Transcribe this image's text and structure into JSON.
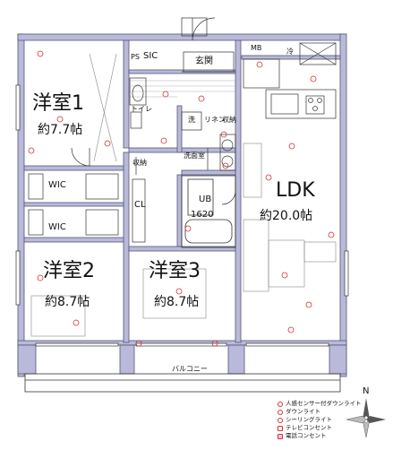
{
  "rooms": {
    "western1_name": "洋室1",
    "western1_size": "約7.7帖",
    "western2_name": "洋室2",
    "western2_size": "約8.7帖",
    "western3_name": "洋室3",
    "western3_size": "約8.7帖",
    "ldk_name": "LDK",
    "ldk_size": "約20.0帖",
    "ub_name": "UB",
    "ub_size": "1620",
    "wic1": "WIC",
    "wic2": "WIC",
    "cl": "CL",
    "ps": "PS",
    "sic": "SIC",
    "entrance": "玄関",
    "toilet": "トイレ",
    "wash": "洗",
    "linen": "リネン",
    "storage1": "収納",
    "storage2": "収納",
    "washroom": "洗面室",
    "mb": "MB",
    "fridge": "冷",
    "balcony": "バルコニー"
  },
  "legend": [
    "人感センサー付ダウンライト",
    "ダウンライト",
    "シーリングライト",
    "テレビコンセント",
    "電話コンセント"
  ],
  "compass_label": "N",
  "colors": {
    "wall": "#b9b9d9",
    "wall_edge": "#555577",
    "outlet": "#d33333",
    "line": "#333333"
  }
}
